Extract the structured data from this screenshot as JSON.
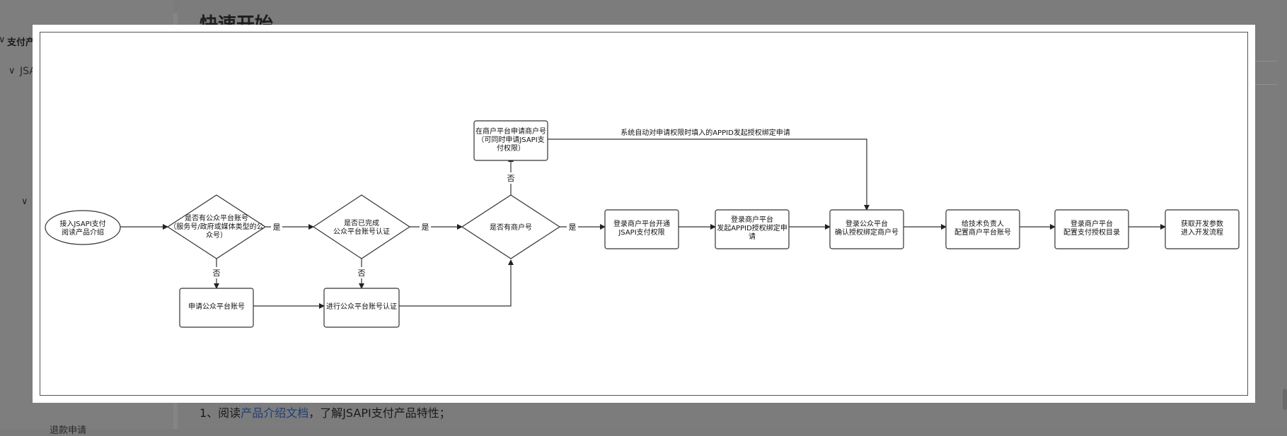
{
  "background": {
    "page_title": "快速开始",
    "sidebar_item_1": "支付产",
    "sidebar_item_2": "JSA",
    "sidebar_item_3": "退款申请",
    "paragraph_prefix": "1、阅读",
    "paragraph_link": "产品介绍文档",
    "paragraph_suffix": "，了解JSAPI支付产品特性；",
    "chevron_glyph": "∨"
  },
  "flow": {
    "start": [
      "接入JSAPI支付",
      "阅读产品介绍"
    ],
    "d1": [
      "是否有公众平台账号",
      "（服务号/政府或媒体类型的公",
      "众号）"
    ],
    "d2": [
      "是否已完成",
      "公众平台账号认证"
    ],
    "d3": [
      "是否有商户号"
    ],
    "apply_mp": [
      "申请公众平台账号"
    ],
    "verify_mp": [
      "进行公众平台账号认证"
    ],
    "apply_merchant": [
      "在商户平台申请商户号",
      "（可同时申请JSAPI支",
      "付权限）"
    ],
    "s1": [
      "登录商户平台开通",
      "JSAPI支付权限"
    ],
    "s2": [
      "登录商户平台",
      "发起APPID授权绑定申",
      "请"
    ],
    "s3": [
      "登录公众平台",
      "确认授权绑定商户号"
    ],
    "s4": [
      "给技术负责人",
      "配置商户平台账号"
    ],
    "s5": [
      "登录商户平台",
      "配置支付授权目录"
    ],
    "s6": [
      "获取开发参数",
      "进入开发流程"
    ],
    "yes": "是",
    "no": "否",
    "auto_note": "系统自动对申请权限时填入的APPID发起授权绑定申请"
  },
  "colors": {
    "overlay": "#7b7b7b",
    "stroke": "#333333",
    "link": "#1d3f7a"
  }
}
